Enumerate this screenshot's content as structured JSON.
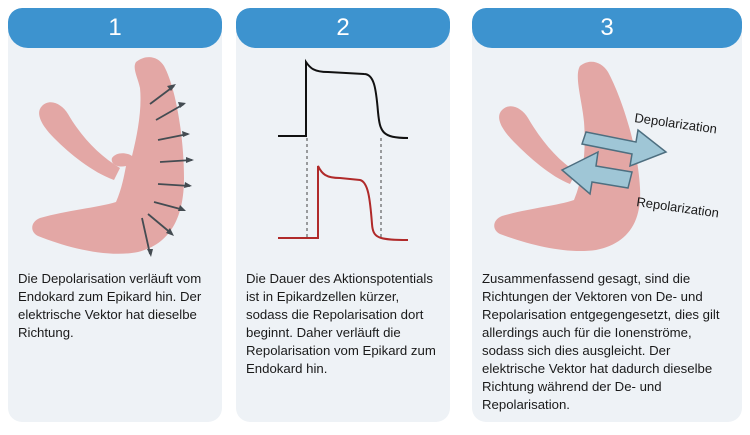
{
  "panels": [
    {
      "number": "1",
      "text": "Die Depolarisation verläuft vom Endokard zum Epikard hin. Der elektrische Vektor hat dieselbe Richtung."
    },
    {
      "number": "2",
      "text": "Die Dauer des Aktionspotentials ist in Epikardzellen kürzer, sodass die Repolarisation dort beginnt. Daher verläuft die Repolarisation vom Epikard zum Endokard hin."
    },
    {
      "number": "3",
      "text": "Zusammenfassend gesagt, sind die Richtungen der Vektoren von De- und Repolarisation entgegengesetzt, dies gilt allerdings auch für die Ionenströme, sodass sich dies ausgleicht. Der elektrische Vektor hat dadurch dieselbe Richtung während der De- und Repolarisation.",
      "labels": {
        "depolarization": "Depolarization",
        "repolarization": "Repolarization"
      }
    }
  ],
  "colors": {
    "header": "#3d93cf",
    "panel_bg": "#eef2f6",
    "tissue": "#e3a7a5",
    "arrow": "#444c52",
    "epicardial_ap": "#111111",
    "endocardial_ap": "#b02a2a",
    "vector_arrow_fill": "#9fc6d6",
    "vector_arrow_stroke": "#4e6f80"
  }
}
